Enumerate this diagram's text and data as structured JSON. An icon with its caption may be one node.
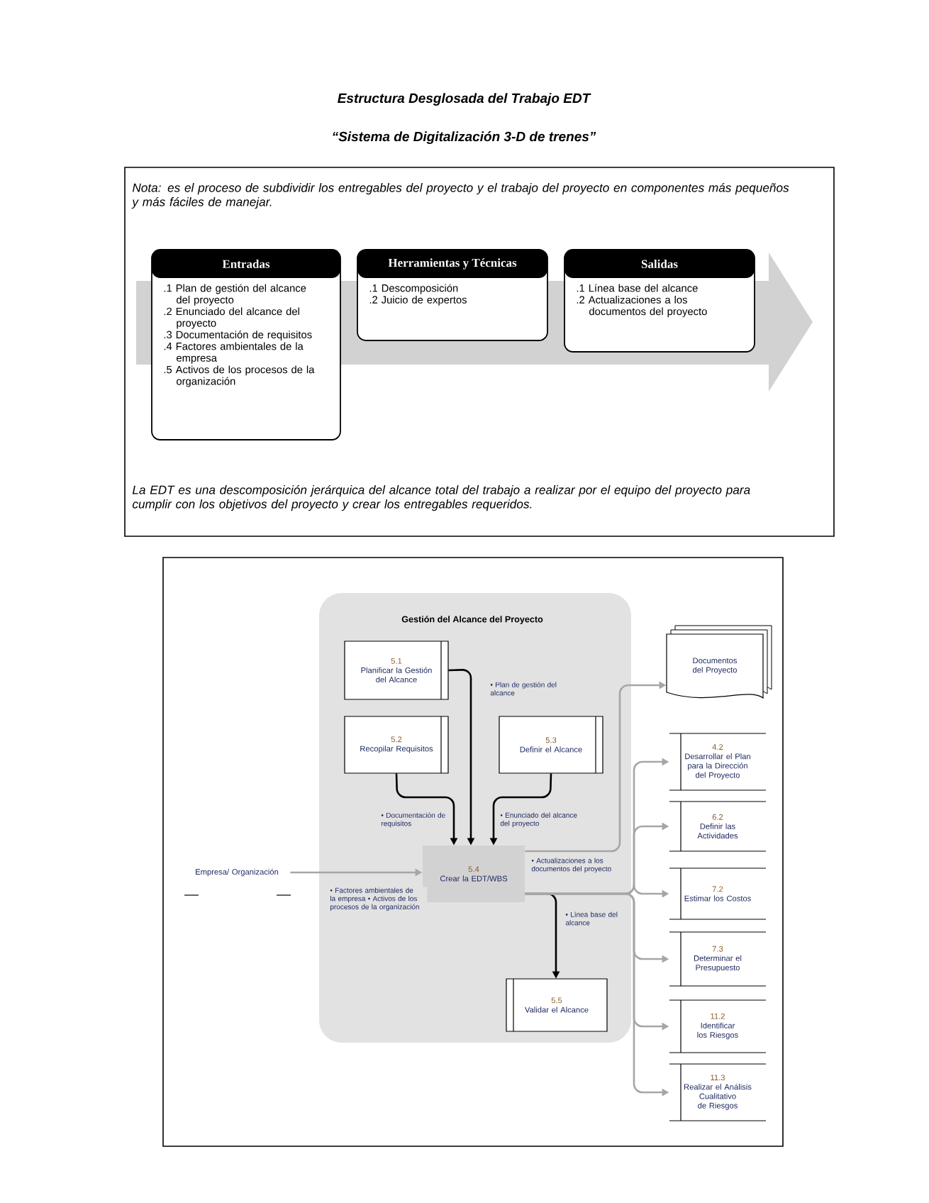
{
  "diagram": {
    "title": "Estructura Desglosada del Trabajo EDT",
    "nodes": [
      {
        "text": [
          "Entradas",
          ".1 Plan de gestión del alcance del proyecto",
          ".2 Enunciado del alcance del proyecto",
          ".3 Documentación de requisitos",
          ".4 Factores ambientales de la empresa",
          ".5 Activos de los procesos de la organización"
        ]
      },
      {
        "text": [
          "Herramientas y Técnicas",
          ".1 Descomposición",
          ".2 Juicio de expertos"
        ]
      },
      {
        "text": [
          "Salidas",
          ".1 Línea base del alcance",
          ".2 Actualizaciones a los documentos del proyecto"
        ]
      },
      {
        "text": [
          "Gestión del Alcance del Proyecto"
        ]
      },
      {
        "text": [
          "5.1",
          "Planificar la Gestión del Alcance"
        ],
        "in": 3
      },
      {
        "text": [
          "5.2",
          "Recopilar Requisitos"
        ],
        "in": 3
      },
      {
        "text": [
          "5.3",
          "Definir el Alcance"
        ],
        "in": 3
      },
      {
        "text": [
          "5.4",
          "Crear la EDT/WBS"
        ],
        "in": 3
      },
      {
        "text": [
          "5.5",
          "Validar el Alcance"
        ],
        "in": 3
      },
      {
        "text": [
          "Documentos del Proyecto"
        ]
      },
      {
        "text": [
          "4.2",
          "Desarrollar el Plan para la Dirección del Proyecto"
        ]
      },
      {
        "text": [
          "6.2",
          "Definir las Actividades"
        ]
      },
      {
        "text": [
          "7.2",
          "Estimar los Costos"
        ]
      },
      {
        "text": [
          "7.3",
          "Determinar el Presupuesto"
        ]
      },
      {
        "text": [
          "11.2",
          "Identificar los Riesgos"
        ]
      },
      {
        "text": [
          "11.3",
          "Realizar el Análisis Cualitativo de Riesgos"
        ]
      },
      {
        "text": [
          "Empresa/ Organización"
        ]
      }
    ],
    "edges": [
      {
        "from": 4,
        "to": 7,
        "arrow": "to",
        "label": "• Plan de gestión del alcance",
        "color": "#000000"
      },
      {
        "from": 5,
        "to": 7,
        "arrow": "to",
        "label": "• Documentación de requisitos",
        "color": "#000000"
      },
      {
        "from": 6,
        "to": 7,
        "arrow": "to",
        "label": "• Enunciado del alcance del proyecto",
        "color": "#000000"
      },
      {
        "from": 16,
        "to": 7,
        "arrow": "to",
        "label": "• Factores ambientales de la empresa • Activos de los procesos de la organización"
      },
      {
        "from": 7,
        "to": 9,
        "arrow": "to",
        "label": "• Actualizaciones a los documentos del proyecto"
      },
      {
        "from": 7,
        "to": 8,
        "arrow": "to",
        "label": "• Línea base del alcance",
        "color": "#000000"
      },
      {
        "from": 7,
        "to": 10,
        "arrow": "to"
      },
      {
        "from": 7,
        "to": 11,
        "arrow": "to"
      },
      {
        "from": 7,
        "to": 12,
        "arrow": "to"
      },
      {
        "from": 7,
        "to": 13,
        "arrow": "to"
      },
      {
        "from": 7,
        "to": 14,
        "arrow": "to"
      },
      {
        "from": 7,
        "to": 15,
        "arrow": "to"
      }
    ],
    "labels": [
      "“Sistema de Digitalización 3-D de trenes”",
      "Nota: es el proceso de subdividir los entregables del proyecto y el trabajo del proyecto en componentes más pequeños y más fáciles de manejar.",
      "La EDT es una descomposición jerárquica del alcance total del trabajo a realizar por el equipo del proyecto para cumplir con los objetivos del proyecto y crear los entregables requeridos."
    ]
  }
}
